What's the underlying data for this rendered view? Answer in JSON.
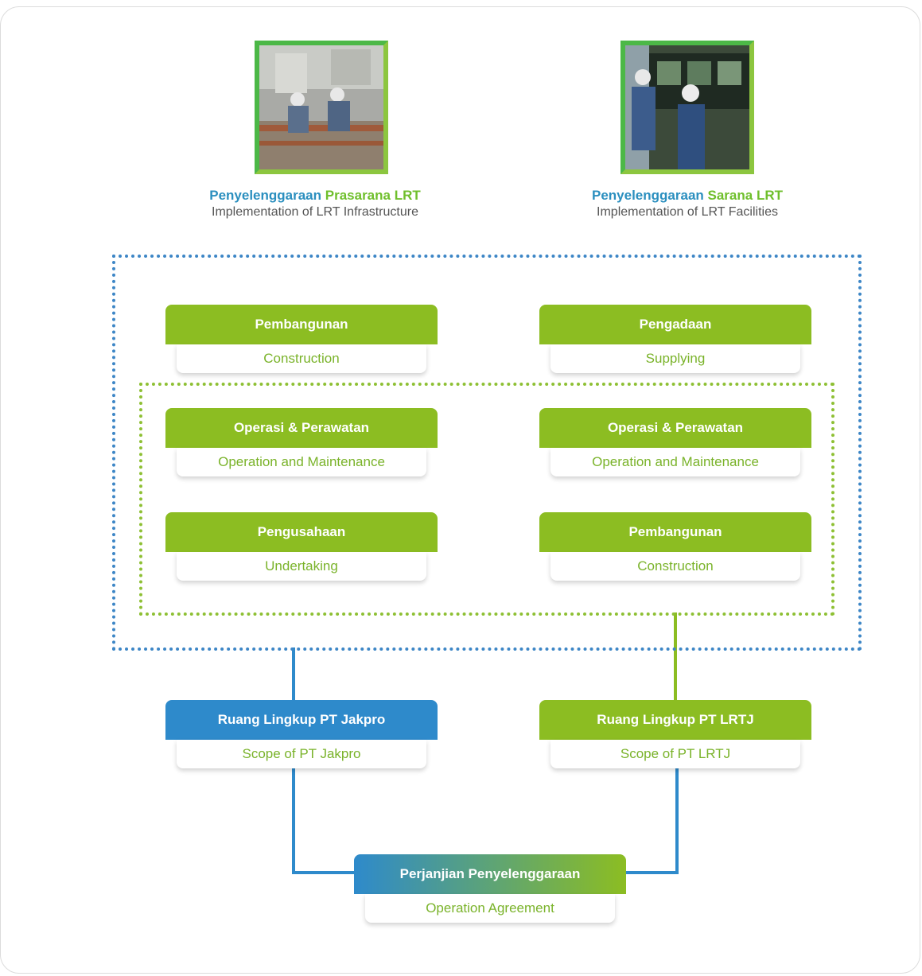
{
  "top": {
    "left": {
      "title_part1": "Penyelenggaraan",
      "title_part2": "Prasarana LRT",
      "subtitle": "Implementation of LRT Infrastructure"
    },
    "right": {
      "title_part1": "Penyelenggaraan",
      "title_part2": "Sarana LRT",
      "subtitle": "Implementation of LRT Facilities"
    }
  },
  "boxes": {
    "construction_left": {
      "head": "Pembangunan",
      "sub": "Construction"
    },
    "supplying": {
      "head": "Pengadaan",
      "sub": "Supplying"
    },
    "om_left": {
      "head": "Operasi & Perawatan",
      "sub": "Operation and Maintenance"
    },
    "om_right": {
      "head": "Operasi & Perawatan",
      "sub": "Operation and Maintenance"
    },
    "undertaking": {
      "head": "Pengusahaan",
      "sub": "Undertaking"
    },
    "construction_right": {
      "head": "Pembangunan",
      "sub": "Construction"
    },
    "jakpro": {
      "head": "Ruang Lingkup PT Jakpro",
      "sub": "Scope of PT Jakpro"
    },
    "lrtj": {
      "head": "Ruang Lingkup PT LRTJ",
      "sub": "Scope of PT LRTJ"
    },
    "agreement": {
      "head": "Perjanjian Penyelenggaraan",
      "sub": "Operation Agreement"
    }
  },
  "colors": {
    "blue": "#2e8acb",
    "green": "#8cbd22",
    "teal_title": "#2b8fbf",
    "green_title": "#6fbf2c"
  }
}
